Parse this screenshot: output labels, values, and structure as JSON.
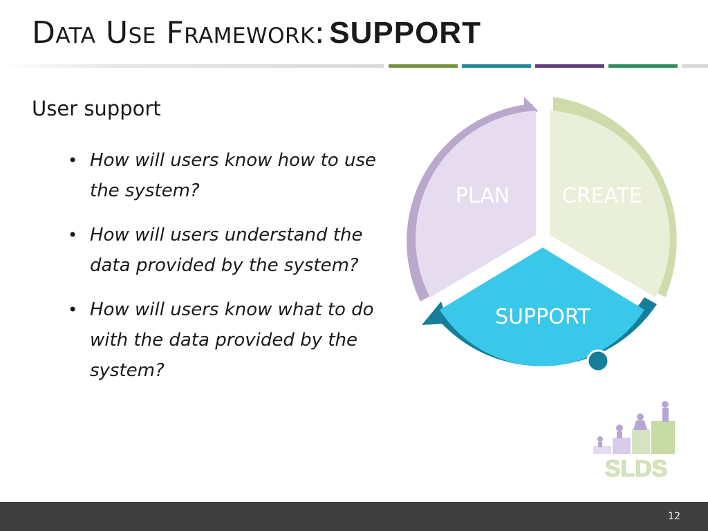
{
  "slide": {
    "title_prefix": "Data Use Framework:",
    "title_emphasis": "SUPPORT",
    "heading": "User support",
    "bullets": [
      "How will users know how to use the system?",
      "How will users understand the data provided by the system?",
      "How will users know what to do with the data provided by the system?"
    ],
    "page_number": "12"
  },
  "cycle": {
    "segments": [
      {
        "label": "PLAN",
        "color": "#e6dcf0",
        "arrow_color": "#b9a7cc"
      },
      {
        "label": "CREATE",
        "color": "#e9efd8",
        "arrow_color": "#cfdbab"
      },
      {
        "label": "SUPPORT",
        "color": "#3ac8ea",
        "arrow_color": "#167e98"
      }
    ]
  },
  "logo": {
    "text": "SLDS"
  },
  "colors": {
    "accent_green": "#76923c",
    "accent_teal": "#23869a",
    "accent_purple": "#5f3d7a",
    "accent_darkgreen": "#2a8f5f",
    "footer": "#3f3f3f"
  }
}
